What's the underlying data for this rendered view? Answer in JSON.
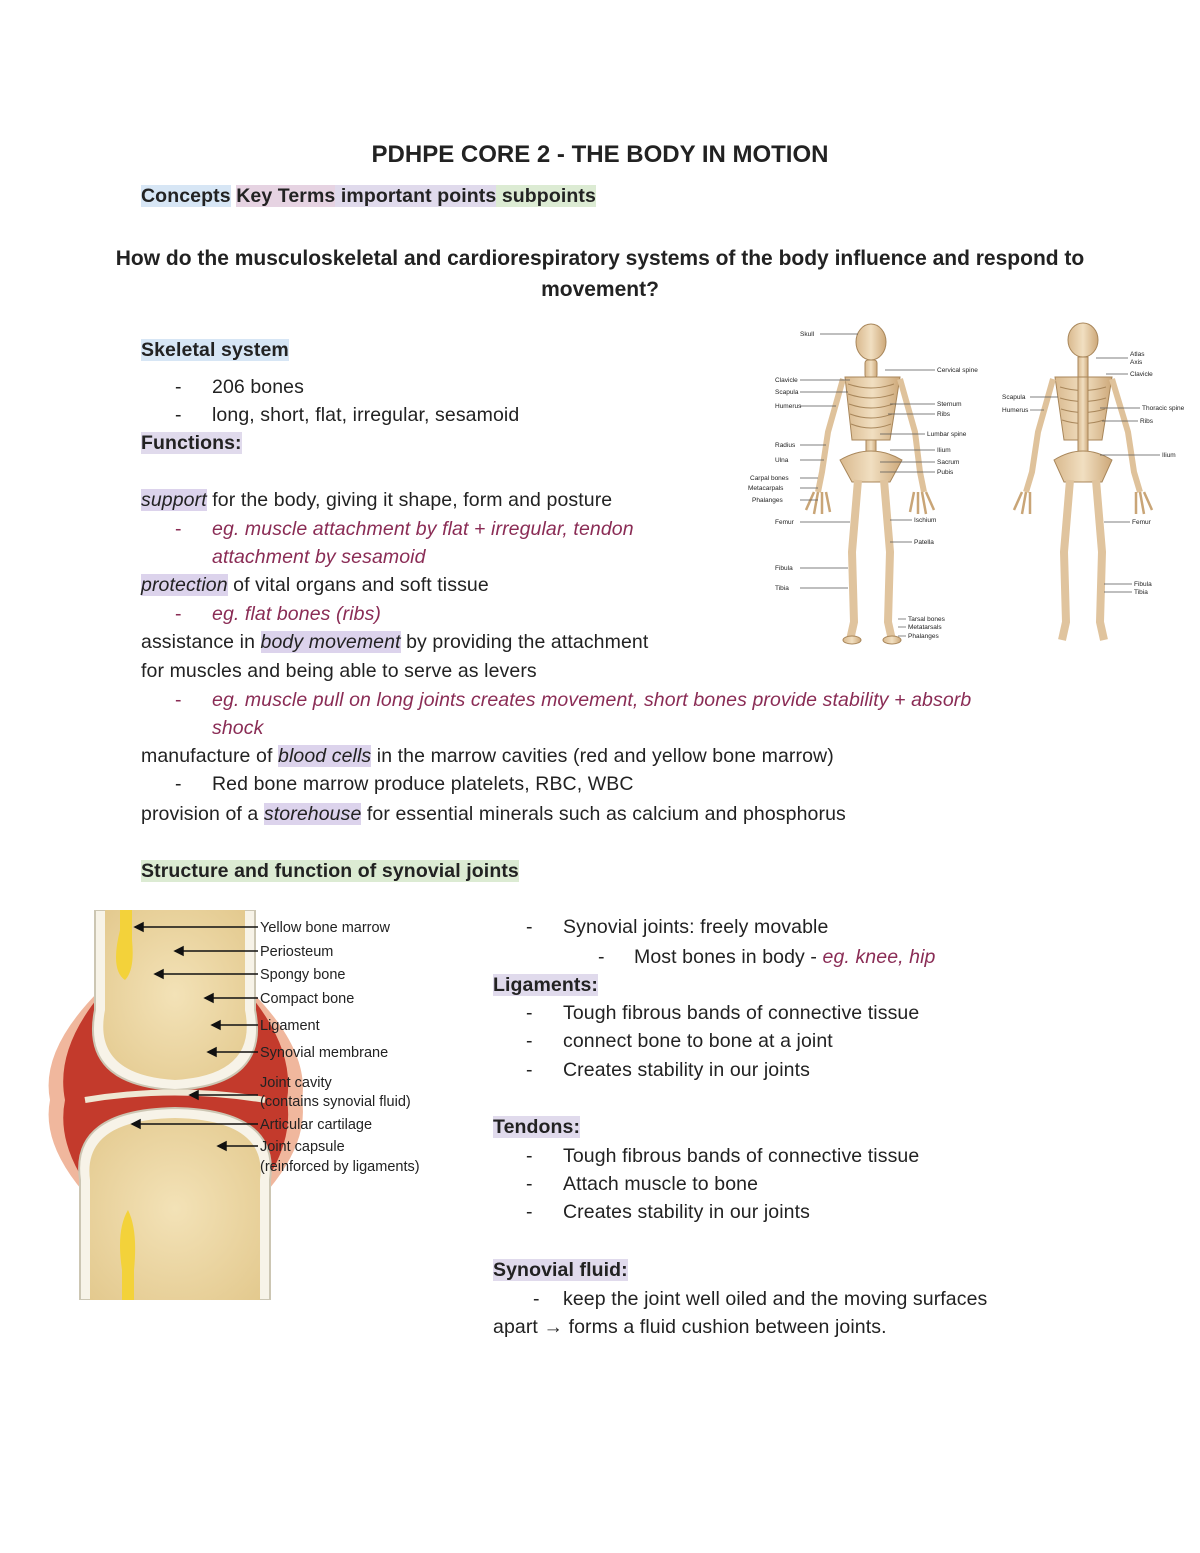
{
  "title": "PDHPE CORE 2 - THE BODY IN MOTION",
  "legend": {
    "concepts": "Concepts",
    "key_terms": "Key Terms",
    "important": "important points",
    "subpoints": "subpoints"
  },
  "question": "How do the musculoskeletal and cardiorespiratory systems of the body influence and respond to movement?",
  "skeletal": {
    "heading": "Skeletal system",
    "b1": "206 bones",
    "b2": "long, short, flat, irregular, sesamoid",
    "functions_heading": "Functions:",
    "support_term": "support",
    "support_rest": " for the body, giving it shape, form and posture",
    "support_eg1": "eg. muscle attachment by flat + irregular, tendon",
    "support_eg2": "attachment by sesamoid",
    "protection_term": "protection",
    "protection_rest": " of vital organs and soft tissue",
    "protection_eg": "eg. flat bones (ribs)",
    "movement_pre": "assistance in ",
    "movement_term": "body movement",
    "movement_rest": " by providing the attachment",
    "movement_line2": "for muscles and being able to serve as levers",
    "movement_eg1": "eg. muscle pull on long joints creates movement, short bones provide stability + absorb",
    "movement_eg2": "shock",
    "blood_pre": "manufacture of ",
    "blood_term": "blood cells",
    "blood_rest": " in the marrow cavities (red and yellow bone marrow)",
    "blood_sub": "Red bone marrow produce platelets, RBC, WBC",
    "store_pre": "provision of a ",
    "store_term": "storehouse",
    "store_rest": " for essential minerals such as calcium and phosphorus"
  },
  "skeleton_labels": {
    "front_left": [
      "Clavicle",
      "Scapula",
      "Humerus",
      "Radius",
      "Ulna",
      "Carpal bones",
      "Metacarpals",
      "Phalanges",
      "Femur",
      "Fibula",
      "Tibia"
    ],
    "front_right": [
      "Skull",
      "Cervical spine",
      "Sternum",
      "Ribs",
      "Lumbar spine",
      "Ilium",
      "Sacrum",
      "Pubis",
      "Ischium",
      "Patella",
      "Tarsal bones",
      "Metatarsals",
      "Phalanges"
    ],
    "back_left": [
      "Scapula",
      "Humerus"
    ],
    "back_right": [
      "Atlas",
      "Axis",
      "Clavicle",
      "Thoracic spine",
      "Ribs",
      "Ilium",
      "Femur",
      "Fibula",
      "Tibia"
    ]
  },
  "synovial": {
    "heading": "Structure and function of synovial joints",
    "s1": "Synovial joints: freely movable",
    "s2_pre": "Most bones in body - ",
    "s2_eg": "eg. knee, hip",
    "lig_heading": "Ligaments:",
    "lig1": "Tough fibrous bands of connective tissue",
    "lig2": "connect bone to bone at a joint",
    "lig3": "Creates stability in our joints",
    "ten_heading": "Tendons:",
    "ten1": "Tough fibrous bands of connective tissue",
    "ten2": "Attach muscle to bone",
    "ten3": "Creates stability in our joints",
    "fluid_heading": "Synovial fluid:",
    "fluid1": "keep the joint well oiled and the moving surfaces",
    "fluid2": "apart → forms a fluid cushion between joints."
  },
  "joint_labels": {
    "l1": "Yellow bone marrow",
    "l2": "Periosteum",
    "l3": "Spongy bone",
    "l4": "Compact bone",
    "l5": "Ligament",
    "l6": "Synovial membrane",
    "l7": "Joint cavity",
    "l7b": "(contains synovial fluid)",
    "l8": "Articular cartilage",
    "l9": "Joint capsule",
    "l9b": "(reinforced by ligaments)"
  },
  "colors": {
    "eg": "#8a2c55",
    "concept": "#d7e6f5",
    "key": "#e6d3e2",
    "important": "#e0daec",
    "sub": "#dcebd3"
  }
}
